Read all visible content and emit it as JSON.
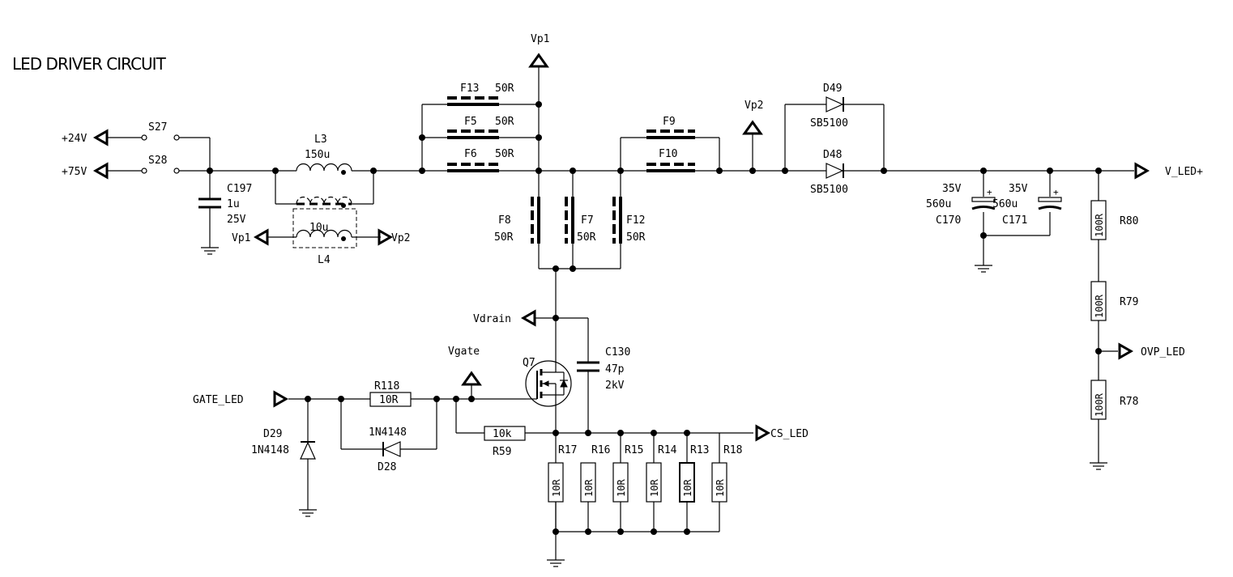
{
  "title": "LED DRIVER CIRCUIT",
  "ports": {
    "vp1_top": "Vp1",
    "p24": "+24V",
    "p75": "+75V",
    "vp2": "Vp2",
    "v_led": "V_LED+",
    "vp1_l4": "Vp1",
    "vp2_l4": "Vp2",
    "vdrain": "Vdrain",
    "vgate": "Vgate",
    "gate_led": "GATE_LED",
    "cs_led": "CS_LED",
    "ovp_led": "OVP_LED"
  },
  "switches": [
    {
      "ref": "S27"
    },
    {
      "ref": "S28"
    }
  ],
  "inductors": {
    "l3": {
      "ref": "L3",
      "value": "150u"
    },
    "l4": {
      "ref": "L4",
      "value": "10u"
    }
  },
  "capacitors": {
    "c197": {
      "ref": "C197",
      "value": "1u",
      "voltage": "25V"
    },
    "c170": {
      "ref": "C170",
      "value": "560u",
      "voltage": "35V"
    },
    "c171": {
      "ref": "C171",
      "value": "560u",
      "voltage": "35V"
    },
    "c130": {
      "ref": "C130",
      "value": "47p",
      "voltage": "2kV"
    }
  },
  "ferrites": {
    "f13": {
      "ref": "F13",
      "value": "50R"
    },
    "f5": {
      "ref": "F5",
      "value": "50R"
    },
    "f6": {
      "ref": "F6",
      "value": "50R"
    },
    "f9": {
      "ref": "F9"
    },
    "f10": {
      "ref": "F10"
    },
    "f8": {
      "ref": "F8",
      "value": "50R"
    },
    "f7": {
      "ref": "F7",
      "value": "50R"
    },
    "f12": {
      "ref": "F12",
      "value": "50R"
    }
  },
  "diodes": {
    "d49": {
      "ref": "D49",
      "part": "SB5100"
    },
    "d48": {
      "ref": "D48",
      "part": "SB5100"
    },
    "d29": {
      "ref": "D29",
      "part": "1N4148"
    },
    "d28": {
      "ref": "D28",
      "part": "1N4148"
    }
  },
  "transistor": {
    "ref": "Q7"
  },
  "resistors": {
    "r118": {
      "ref": "R118",
      "value": "10R"
    },
    "r59": {
      "ref": "R59",
      "value": "10k"
    },
    "r80": {
      "ref": "R80",
      "value": "100R"
    },
    "r79": {
      "ref": "R79",
      "value": "100R"
    },
    "r78": {
      "ref": "R78",
      "value": "100R"
    },
    "sense": [
      {
        "ref": "R17",
        "value": "10R"
      },
      {
        "ref": "R16",
        "value": "10R"
      },
      {
        "ref": "R15",
        "value": "10R"
      },
      {
        "ref": "R14",
        "value": "10R"
      },
      {
        "ref": "R13",
        "value": "10R"
      },
      {
        "ref": "R18",
        "value": "10R"
      }
    ]
  }
}
